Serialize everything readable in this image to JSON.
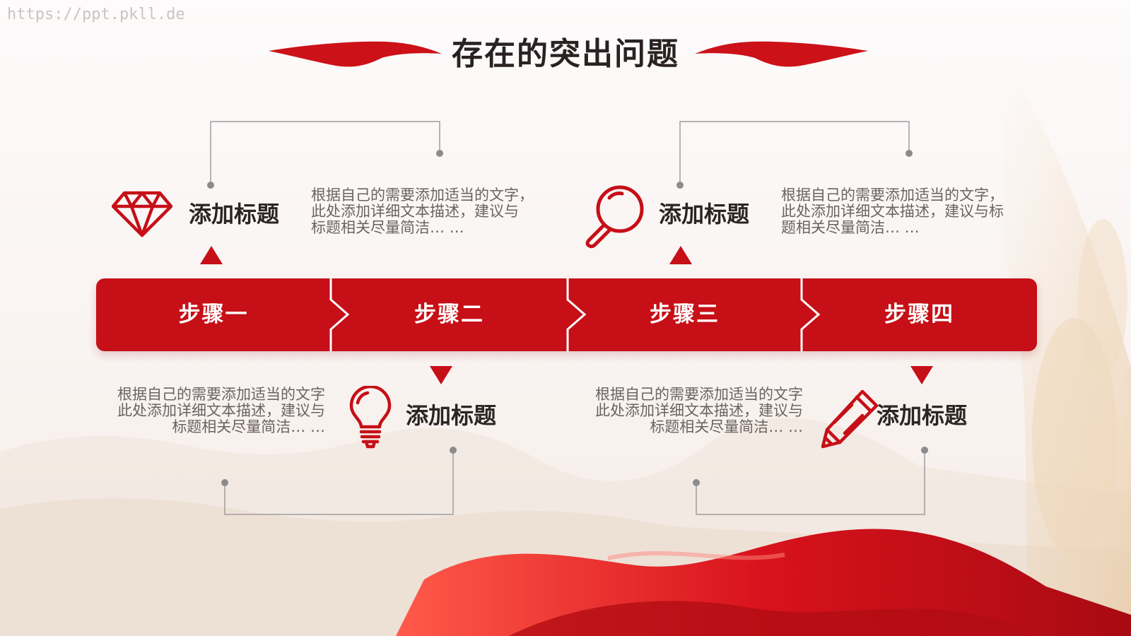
{
  "watermark": "https://ppt.pkll.de",
  "title": "存在的突出问题",
  "colors": {
    "accent": "#c60f17",
    "line": "#9e9e9e",
    "heading": "#2c2424"
  },
  "steps": [
    {
      "label": "步骤一"
    },
    {
      "label": "步骤二"
    },
    {
      "label": "步骤三"
    },
    {
      "label": "步骤四"
    }
  ],
  "items": [
    {
      "icon": "diamond-icon",
      "heading": "添加标题",
      "desc": [
        "根据自己的需要添加适当的文字，",
        "此处添加详细文本描述，建议与",
        "标题相关尽量简洁… …"
      ]
    },
    {
      "icon": "lightbulb-icon",
      "heading": "添加标题",
      "desc": [
        "根据自己的需要添加适当的文字",
        "此处添加详细文本描述，建议与",
        "标题相关尽量简洁… …"
      ]
    },
    {
      "icon": "magnifier-icon",
      "heading": "添加标题",
      "desc": [
        "根据自己的需要添加适当的文字，",
        "此处添加详细文本描述，建议与标",
        "题相关尽量简洁… …"
      ]
    },
    {
      "icon": "pencil-icon",
      "heading": "添加标题",
      "desc": [
        "根据自己的需要添加适当的文字",
        "此处添加详细文本描述，建议与",
        "标题相关尽量简洁… …"
      ]
    }
  ]
}
